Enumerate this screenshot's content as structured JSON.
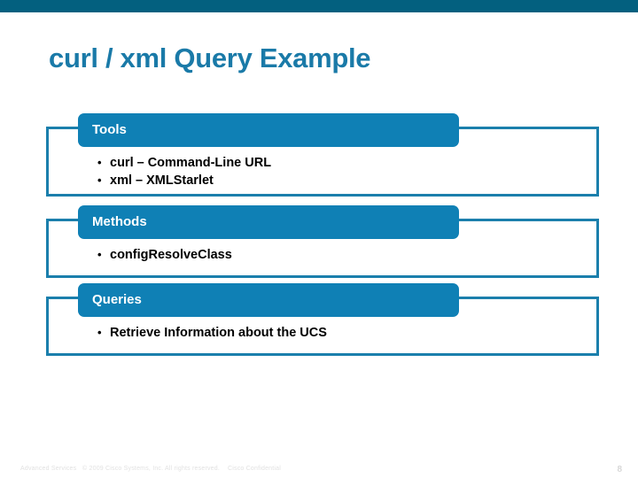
{
  "slide": {
    "title": "curl / xml Query Example",
    "page_number": "8",
    "accent_color": "#0f80b5",
    "title_color": "#1a7aa8",
    "band_color": "#03607f",
    "frame_color": "#1b7fac"
  },
  "sections": [
    {
      "heading": "Tools",
      "bullets": [
        {
          "mark": "•",
          "text": "curl – Command-Line URL"
        },
        {
          "mark": "•",
          "text": "xml – XMLStarlet"
        }
      ]
    },
    {
      "heading": "Methods",
      "bullets": [
        {
          "mark": "•",
          "text": "configResolveClass"
        }
      ]
    },
    {
      "heading": "Queries",
      "bullets": [
        {
          "mark": "•",
          "text": "Retrieve Information about the UCS"
        }
      ]
    }
  ],
  "footer": {
    "organization": "Advanced Services",
    "copyright": "© 2009 Cisco Systems, Inc. All rights reserved.",
    "classification": "Cisco Confidential"
  }
}
